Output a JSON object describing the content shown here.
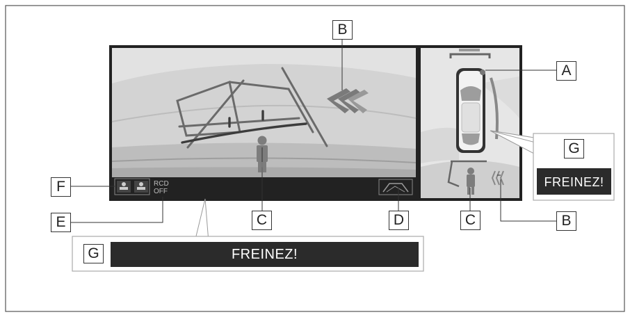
{
  "callouts": {
    "a": "A",
    "b_top": "B",
    "b_bottom": "B",
    "c_left": "C",
    "c_right": "C",
    "d": "D",
    "e": "E",
    "f": "F",
    "g_right": "G",
    "g_bottom": "G"
  },
  "warnings": {
    "side_panel_text": "FREINEZ!",
    "bottom_bar_text": "FREINEZ!"
  },
  "status": {
    "rcd_line1": "RCD",
    "rcd_line2": "OFF"
  },
  "colors": {
    "screen_dark": "#222222",
    "camera_bg": "#d2d2d2",
    "guide_lines": "#666666",
    "warning_bg": "#2b2b2b"
  }
}
